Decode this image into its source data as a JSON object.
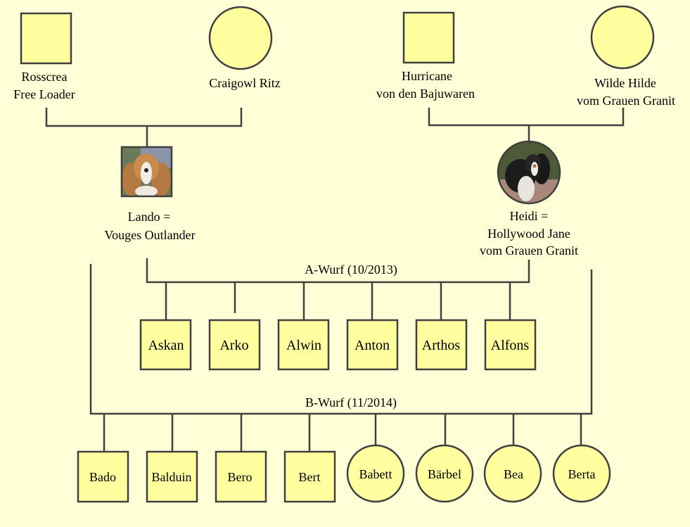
{
  "colors": {
    "background": "#ffffd7",
    "node_fill": "#ffff9f",
    "line": "#404040"
  },
  "grandparents": {
    "paternal_sire": {
      "lines": [
        "Rosscrea",
        "Free Loader"
      ],
      "sex": "male"
    },
    "paternal_dam": {
      "lines": [
        "Craigowl Ritz"
      ],
      "sex": "female"
    },
    "maternal_sire": {
      "lines": [
        "Hurricane",
        "von den Bajuwaren"
      ],
      "sex": "male"
    },
    "maternal_dam": {
      "lines": [
        "Wilde Hilde",
        "vom Grauen Granit"
      ],
      "sex": "female"
    }
  },
  "parents": {
    "sire": {
      "lines": [
        "Lando =",
        "Vouges Outlander"
      ],
      "sex": "male",
      "photo": "cavalier-blenheim-photo"
    },
    "dam": {
      "lines": [
        "Heidi =",
        "Hollywood Jane",
        "vom Grauen Granit"
      ],
      "sex": "female",
      "photo": "cavalier-tricolor-photo"
    }
  },
  "litters": [
    {
      "label": "A-Wurf (10/2013)",
      "puppies": [
        {
          "name": "Askan",
          "sex": "male"
        },
        {
          "name": "Arko",
          "sex": "male"
        },
        {
          "name": "Alwin",
          "sex": "male"
        },
        {
          "name": "Anton",
          "sex": "male"
        },
        {
          "name": "Arthos",
          "sex": "male"
        },
        {
          "name": "Alfons",
          "sex": "male"
        }
      ]
    },
    {
      "label": "B-Wurf (11/2014)",
      "puppies": [
        {
          "name": "Bado",
          "sex": "male"
        },
        {
          "name": "Balduin",
          "sex": "male"
        },
        {
          "name": "Bero",
          "sex": "male"
        },
        {
          "name": "Bert",
          "sex": "male"
        },
        {
          "name": "Babett",
          "sex": "female"
        },
        {
          "name": "Bärbel",
          "sex": "female"
        },
        {
          "name": "Bea",
          "sex": "female"
        },
        {
          "name": "Berta",
          "sex": "female"
        }
      ]
    }
  ]
}
